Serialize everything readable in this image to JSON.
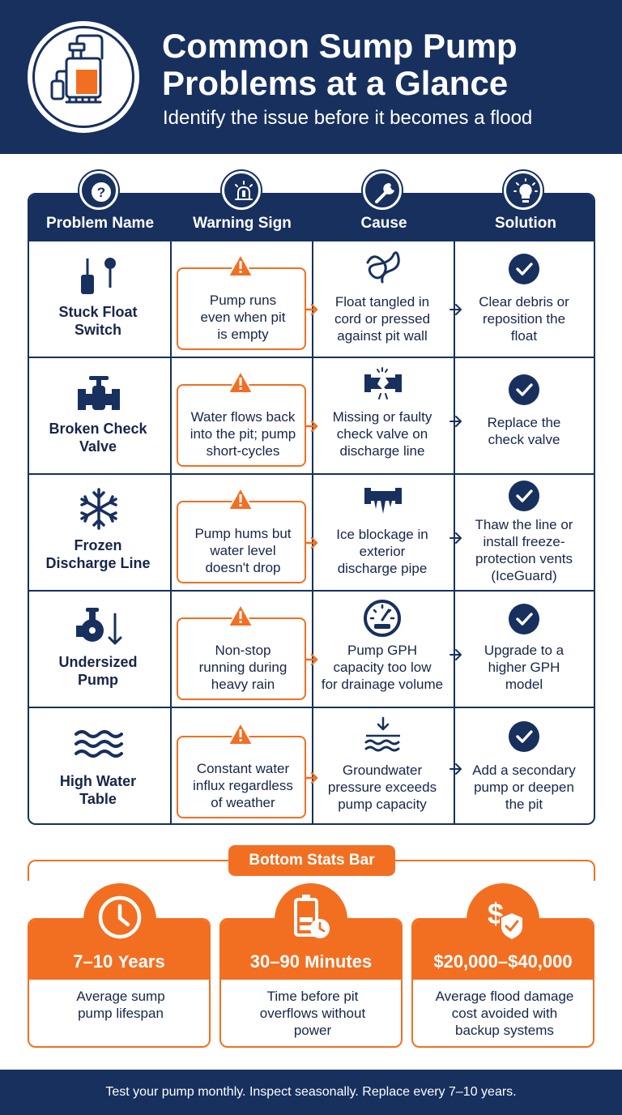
{
  "header": {
    "title_line1": "Common Sump Pump",
    "title_line2": "Problems at a Glance",
    "subtitle": "Identify the issue before it becomes a flood"
  },
  "table": {
    "columns": [
      "Problem Name",
      "Warning Sign",
      "Cause",
      "Solution"
    ],
    "column_icons": [
      "question-icon",
      "alarm-light-icon",
      "wrench-icon",
      "lightbulb-icon"
    ],
    "rows": [
      {
        "icon": "float-switch-icon",
        "name_lines": [
          "Stuck Float",
          "Switch"
        ],
        "warning_lines": [
          "Pump runs",
          "even when pit",
          "is empty"
        ],
        "cause_icon": "tangled-cord-icon",
        "cause_lines": [
          "Float tangled in",
          "cord or pressed",
          "against pit wall"
        ],
        "solution_lines": [
          "Clear debris or",
          "reposition the",
          "float"
        ]
      },
      {
        "icon": "check-valve-icon",
        "name_lines": [
          "Broken Check",
          "Valve"
        ],
        "warning_lines": [
          "Water flows back",
          "into the pit; pump",
          "short-cycles"
        ],
        "cause_icon": "broken-pipe-icon",
        "cause_lines": [
          "Missing or faulty",
          "check valve on",
          "discharge line"
        ],
        "solution_lines": [
          "Replace the",
          "check valve"
        ]
      },
      {
        "icon": "snowflake-icon",
        "name_lines": [
          "Frozen",
          "Discharge Line"
        ],
        "warning_lines": [
          "Pump hums but",
          "water level",
          "doesn't drop"
        ],
        "cause_icon": "frozen-pipe-icon",
        "cause_lines": [
          "Ice blockage in",
          "exterior",
          "discharge pipe"
        ],
        "solution_lines": [
          "Thaw the line or",
          "install freeze-",
          "protection vents",
          "(IceGuard)"
        ]
      },
      {
        "icon": "pump-down-arrow-icon",
        "name_lines": [
          "Undersized",
          "Pump"
        ],
        "warning_lines": [
          "Non-stop",
          "running during",
          "heavy rain"
        ],
        "cause_icon": "gauge-icon",
        "cause_lines": [
          "Pump GPH",
          "capacity too low",
          "for drainage volume"
        ],
        "solution_lines": [
          "Upgrade to a",
          "higher GPH",
          "model"
        ]
      },
      {
        "icon": "waves-icon",
        "name_lines": [
          "High Water",
          "Table"
        ],
        "warning_lines": [
          "Constant water",
          "influx regardless",
          "of weather"
        ],
        "cause_icon": "rising-water-icon",
        "cause_lines": [
          "Groundwater",
          "pressure exceeds",
          "pump capacity"
        ],
        "solution_lines": [
          "Add a secondary",
          "pump or deepen",
          "the pit"
        ]
      }
    ]
  },
  "stats": {
    "label": "Bottom Stats Bar",
    "items": [
      {
        "icon": "clock-icon",
        "value": "7–10 Years",
        "desc_lines": [
          "Average sump",
          "pump lifespan"
        ]
      },
      {
        "icon": "battery-clock-icon",
        "value": "30–90 Minutes",
        "desc_lines": [
          "Time before pit",
          "overflows without",
          "power"
        ]
      },
      {
        "icon": "dollar-shield-icon",
        "value": "$20,000–$40,000",
        "desc_lines": [
          "Average flood damage",
          "cost avoided with",
          "backup systems"
        ]
      }
    ]
  },
  "footer": {
    "text": "Test your pump monthly. Inspect seasonally. Replace every 7–10 years."
  },
  "colors": {
    "navy": "#17305e",
    "orange": "#f26f21",
    "white": "#ffffff"
  }
}
